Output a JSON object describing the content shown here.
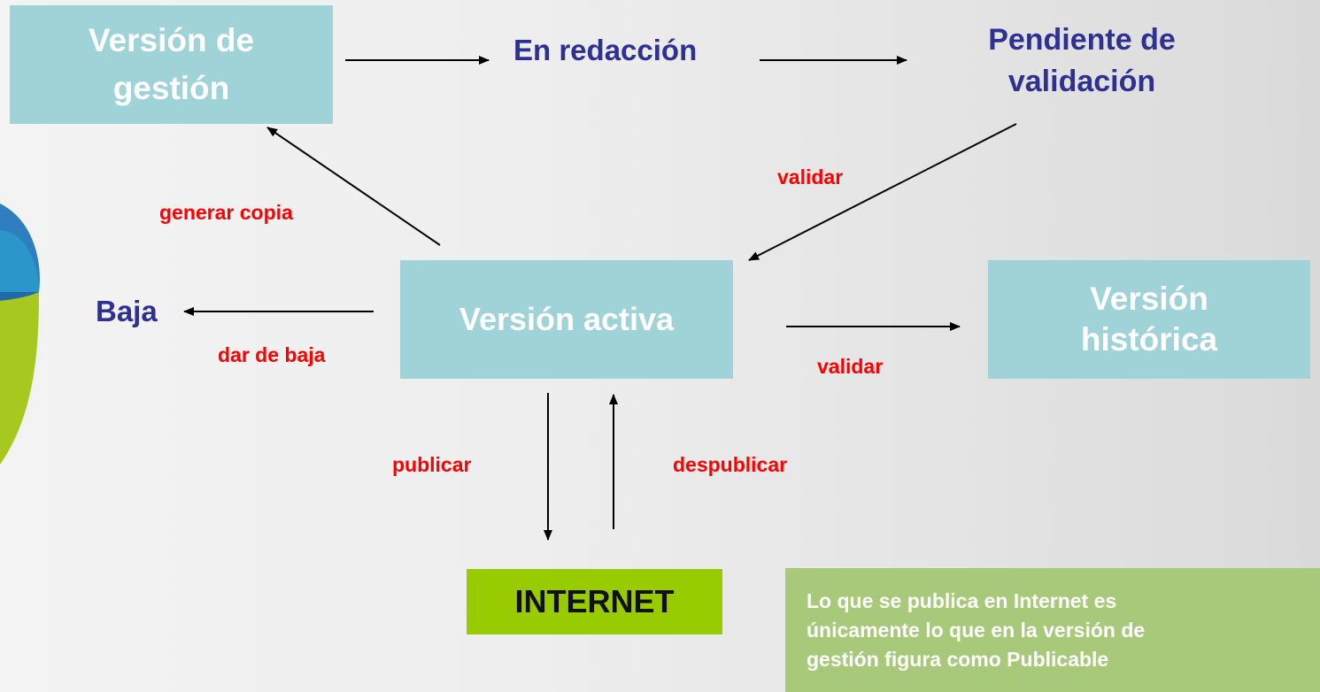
{
  "colors": {
    "box": "#9fd3d8",
    "box_text": "#ffffff",
    "state_text": "#2e3192",
    "action_text": "#ff0000",
    "internet_box": "#99cc00",
    "note_box": "#a8c97a"
  },
  "boxes": {
    "gestion_line1": "Versión de",
    "gestion_line2": "gestión",
    "activa": "Versión activa",
    "historica_line1": "Versión",
    "historica_line2": "histórica",
    "internet": "INTERNET"
  },
  "states": {
    "redaccion": "En redacción",
    "pendiente_line1": "Pendiente de",
    "pendiente_line2": "validación",
    "baja": "Baja"
  },
  "actions": {
    "generar_copia": "generar copia",
    "validar_pendiente": "validar",
    "dar_de_baja": "dar de baja",
    "validar_historica": "validar",
    "publicar": "publicar",
    "despublicar": "despublicar"
  },
  "note": {
    "line1": "Lo que se publica en Internet es",
    "line2": "únicamente lo que en la versión de",
    "line3": "gestión figura como Publicable"
  }
}
